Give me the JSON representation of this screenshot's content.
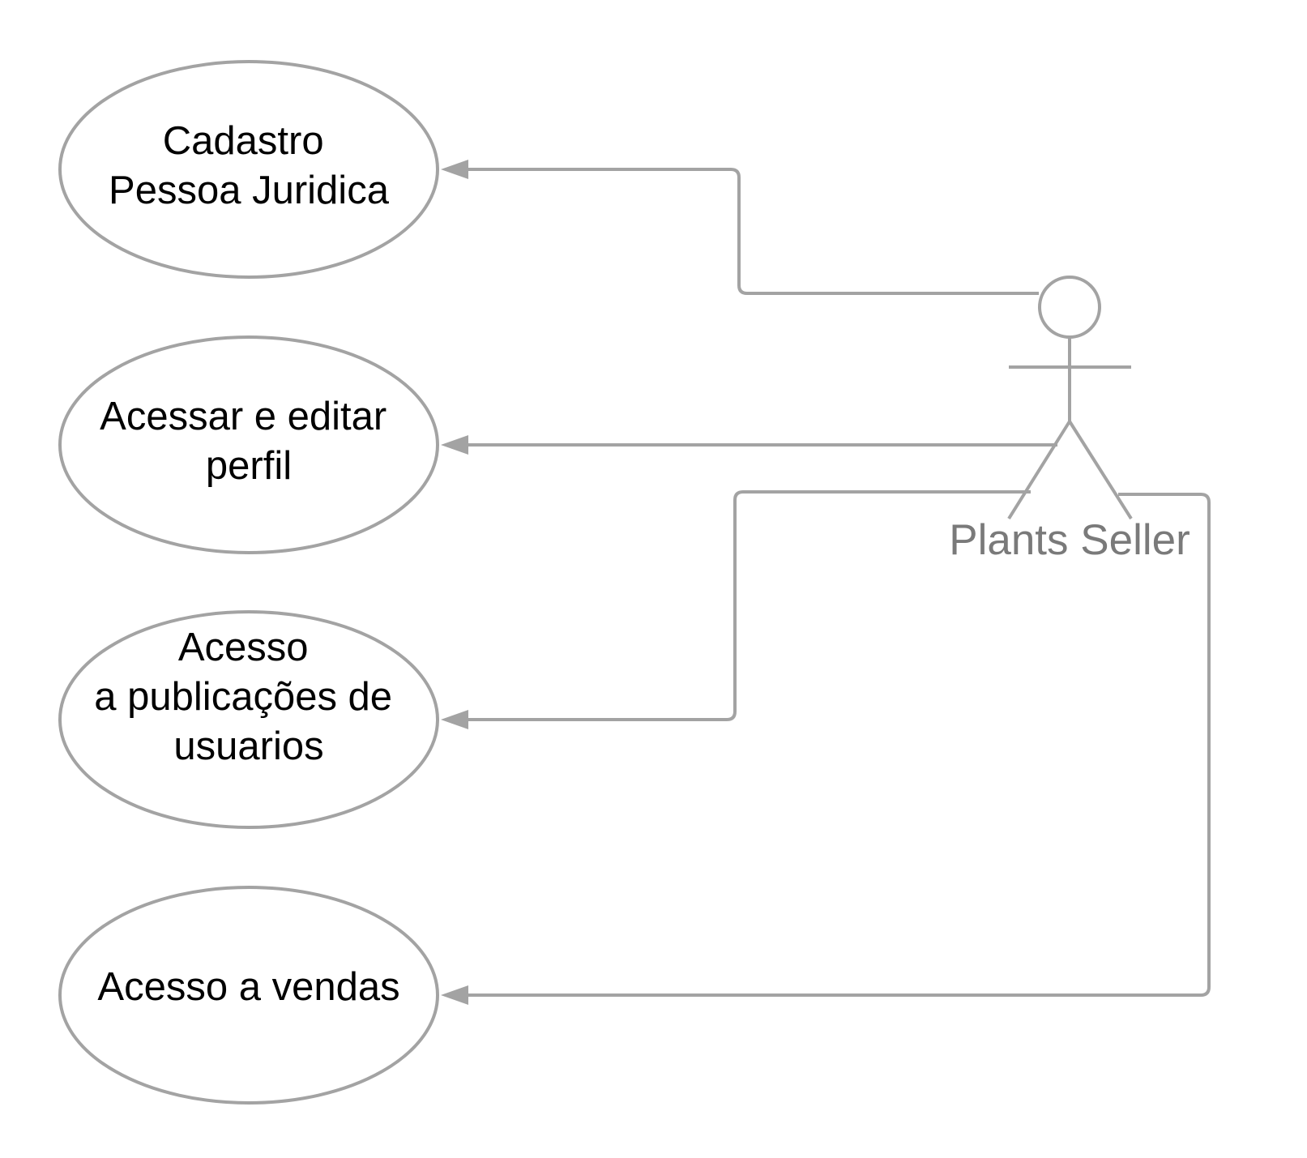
{
  "diagram": {
    "type": "uml-use-case",
    "line_color": "#a3a3a3",
    "actor": {
      "name": "Plants Seller",
      "icon": "stick-figure-icon"
    },
    "use_cases": [
      {
        "lines": [
          "Cadastro",
          "Pessoa Juridica"
        ]
      },
      {
        "lines": [
          "Acessar e editar",
          "perfil"
        ]
      },
      {
        "lines": [
          "Acesso",
          "a publicações de",
          "usuarios"
        ]
      },
      {
        "lines": [
          "Acesso a vendas"
        ]
      }
    ],
    "connectors": [
      {
        "from": "Plants Seller",
        "to": "Cadastro Pessoa Juridica"
      },
      {
        "from": "Plants Seller",
        "to": "Acessar e editar perfil"
      },
      {
        "from": "Plants Seller",
        "to": "Acesso a publicações de usuarios"
      },
      {
        "from": "Plants Seller",
        "to": "Acesso a vendas"
      }
    ]
  }
}
